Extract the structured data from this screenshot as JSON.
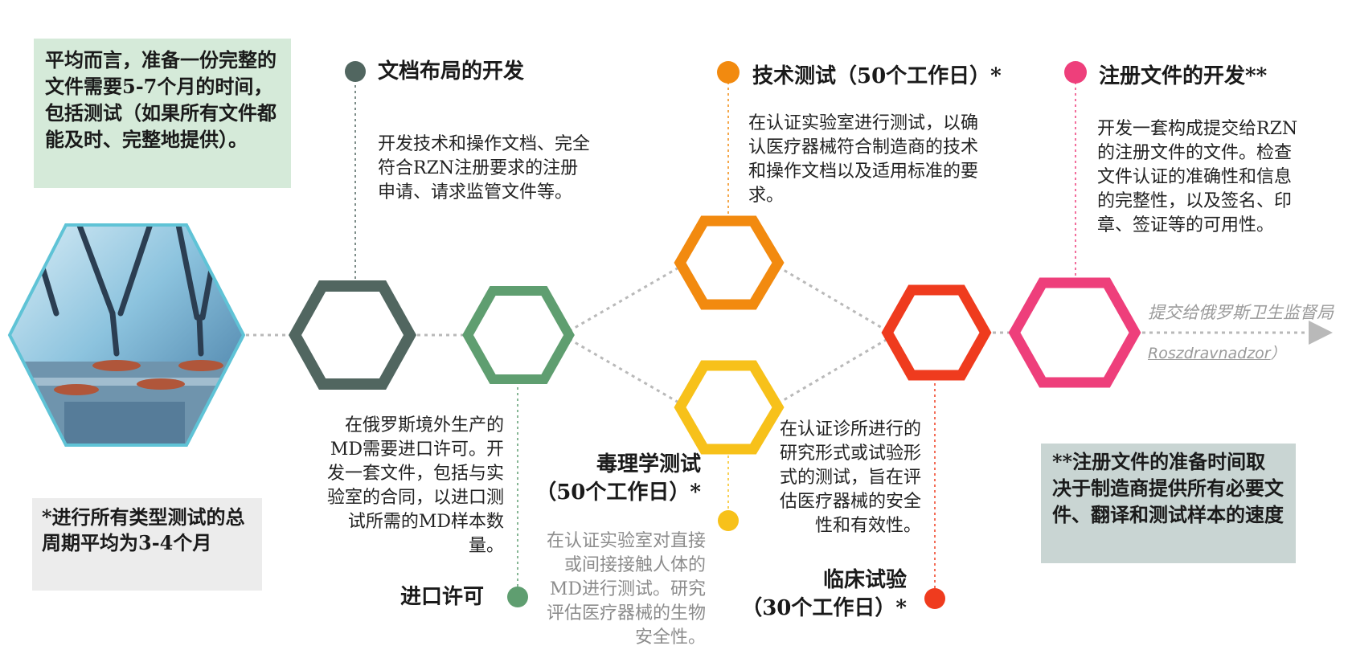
{
  "notes": {
    "average_time": "平均而言，准备一份完整的文件需要5-7个月的时间，包括测试（如果所有文件都能及时、完整地提供）。",
    "testing_period": "*进行所有类型测试的总周期平均为3-4个月",
    "registration_time": "**注册文件的准备时间取决于制造商提供所有必要文件、翻译和测试样本的速度"
  },
  "steps": {
    "doc_layout": {
      "title": "文档布局的开发",
      "desc": "开发技术和操作文档、完全符合RZN注册要求的注册申请、请求监管文件等。"
    },
    "import_permit": {
      "title": "进口许可",
      "desc": "在俄罗斯境外生产的MD需要进口许可。开发一套文件，包括与实验室的合同，以进口测试所需的MD样本数量。"
    },
    "technical_test": {
      "title": "技术测试（50个工作日）*",
      "desc": "在认证实验室进行测试，以确认医疗器械符合制造商的技术和操作文档以及适用标准的要求。"
    },
    "toxicology_test": {
      "title": "毒理学测试\n（50个工作日）*",
      "desc": "在认证实验室对直接或间接接触人体的MD进行测试。研究评估医疗器械的生物安全性。"
    },
    "clinical_trial": {
      "title": "临床试验\n（30个工作日）*",
      "desc": "在认证诊所进行的研究形式或试验形式的测试，旨在评估医疗器械的安全性和有效性。"
    },
    "registration_dev": {
      "title": "注册文件的开发**",
      "desc": "开发一套构成提交给RZN的注册文件的文件。检查文件认证的准确性和信息的完整性，以及签名、印章、签证等的可用性。"
    }
  },
  "submission": {
    "line1": "提交给俄罗斯卫生监督局",
    "line2_link": "Roszdravnadzor",
    "line2_suffix": "）"
  },
  "colors": {
    "slate": "#516660",
    "green": "#5f9e70",
    "orange": "#f28a0f",
    "yellow": "#f7c11a",
    "red": "#ef3b1e",
    "pink": "#ee3f7b",
    "connector": "#b9b9b9"
  },
  "icons": {
    "photo": "factory-robot-arms-image"
  }
}
